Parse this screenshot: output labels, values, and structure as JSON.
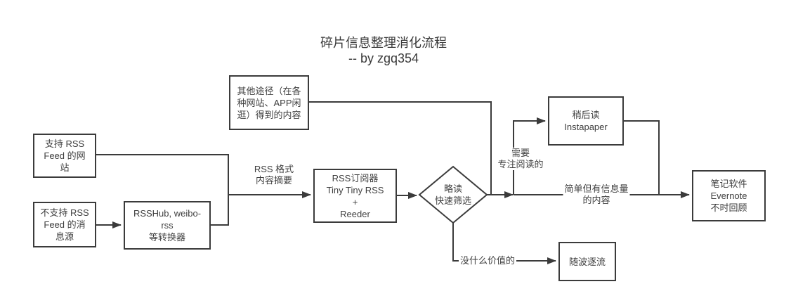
{
  "title": {
    "line1": "碎片信息整理消化流程",
    "line2": "-- by zgq354"
  },
  "nodes": {
    "other_sources": {
      "lines": [
        "其他途径（在各",
        "种网站、APP闲",
        "逛）得到的内容"
      ]
    },
    "rss_sites": {
      "lines": [
        "支持 RSS",
        "Feed 的网",
        "站"
      ]
    },
    "non_rss_sources": {
      "lines": [
        "不支持 RSS",
        "Feed 的消",
        "息源"
      ]
    },
    "converter": {
      "lines": [
        "RSSHub, weibo-",
        "rss",
        "等转换器"
      ]
    },
    "rss_reader": {
      "lines": [
        "RSS订阅器",
        "Tiny Tiny RSS",
        "+",
        "Reeder"
      ]
    },
    "filter_decision": {
      "lines": [
        "略读",
        "快速筛选"
      ]
    },
    "read_later": {
      "lines": [
        "稍后读",
        "Instapaper"
      ]
    },
    "notes_software": {
      "lines": [
        "笔记软件",
        "Evernote",
        "不时回顾"
      ]
    },
    "drift": {
      "lines": [
        "随波逐流"
      ]
    }
  },
  "edge_labels": {
    "rss_format": {
      "lines": [
        "RSS 格式",
        "内容摘要"
      ]
    },
    "focused_reading": {
      "lines": [
        "需要",
        "专注阅读的"
      ]
    },
    "informative": {
      "lines": [
        "简单但有信息量",
        "的内容"
      ]
    },
    "worthless": {
      "lines": [
        "没什么价值的"
      ]
    }
  },
  "colors": {
    "line": "#3b3b3b",
    "text": "#3f3f3f",
    "background": "#ffffff"
  }
}
